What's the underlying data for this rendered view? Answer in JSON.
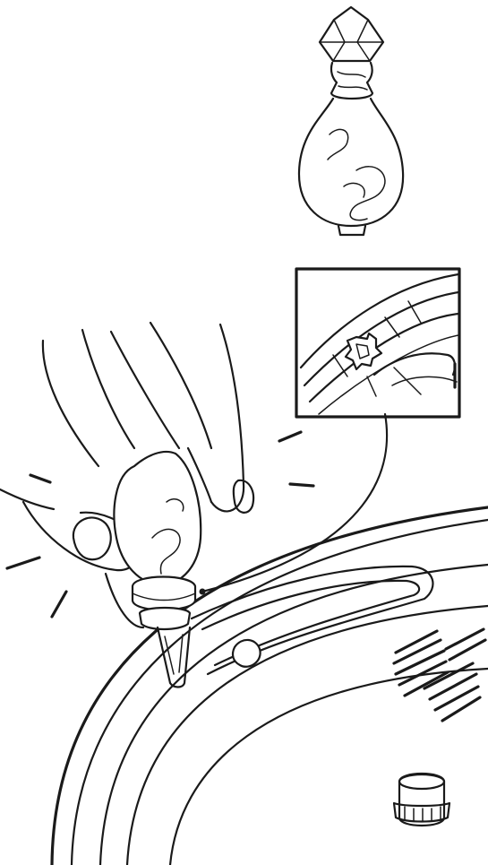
{
  "figure": {
    "kind": "line-art instruction illustration",
    "colors": {
      "line": "#1a1a1a",
      "background": "#ffffff"
    },
    "parts": [
      "perfume-bottle-icon",
      "detail-inset",
      "hand-pressing-bottle",
      "appliance-rim",
      "vent-grille",
      "small-cap-icon"
    ]
  }
}
